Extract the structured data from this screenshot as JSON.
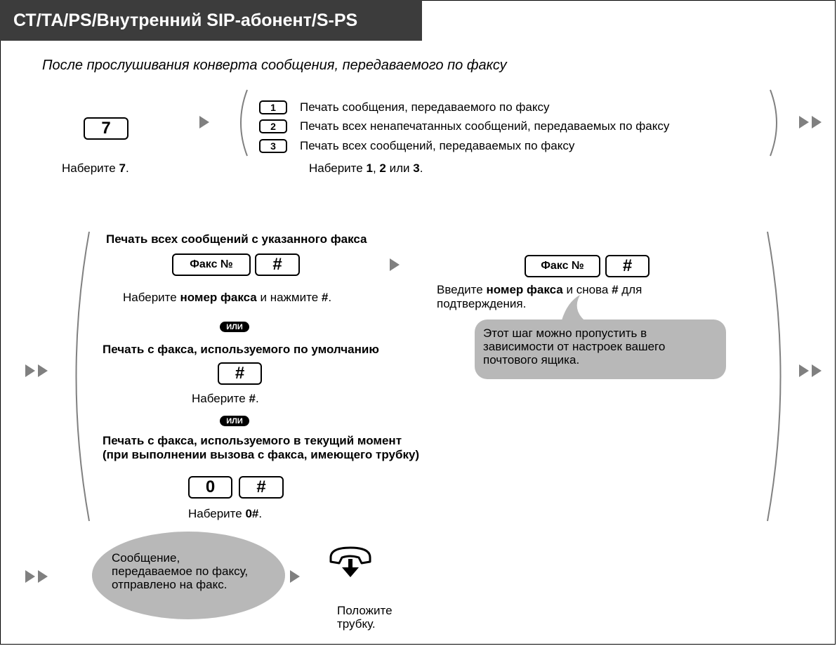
{
  "title": "СТ/ТА/PS/Внутренний SIP-абонент/S-PS",
  "intro": "После прослушивания конверта сообщения, передаваемого по факсу",
  "step1": {
    "key": "7",
    "caption_prefix": "Наберите ",
    "caption_key": "7",
    "caption_suffix": "."
  },
  "options": [
    {
      "key": "1",
      "label": "Печать сообщения, передаваемого по факсу"
    },
    {
      "key": "2",
      "label": "Печать всех ненапечатанных сообщений, передаваемых по факсу"
    },
    {
      "key": "3",
      "label": "Печать всех сообщений, передаваемых по факсу"
    }
  ],
  "options_caption": {
    "prefix": "Наберите ",
    "k1": "1",
    "sep1": ", ",
    "k2": "2",
    "sep2": " или ",
    "k3": "3",
    "suffix": "."
  },
  "block_a": {
    "heading": "Печать всех сообщений с указанного факса",
    "fax_key": "Факс №",
    "hash_key": "#",
    "caption_prefix": "Наберите ",
    "caption_bold": "номер факса",
    "caption_mid": " и нажмите ",
    "caption_key": "#",
    "caption_suffix": ".",
    "confirm_fax_key": "Факс №",
    "confirm_hash_key": "#",
    "confirm_prefix": "Введите ",
    "confirm_bold": "номер факса",
    "confirm_mid": " и снова ",
    "confirm_key": "#",
    "confirm_suffix": " для",
    "confirm_line2": "подтверждения.",
    "bubble_line1": "Этот шаг можно пропустить в",
    "bubble_line2": "зависимости от настроек вашего",
    "bubble_line3": "почтового ящика."
  },
  "or_label": "ИЛИ",
  "block_b": {
    "heading": "Печать с факса, используемого по умолчанию",
    "hash_key": "#",
    "caption_prefix": "Наберите ",
    "caption_key": "#",
    "caption_suffix": "."
  },
  "block_c": {
    "heading_line1": "Печать с факса, используемого в текущий момент",
    "heading_line2": "(при выполнении вызова с факса, имеющего трубку)",
    "zero_key": "0",
    "hash_key": "#",
    "caption_prefix": "Наберите ",
    "caption_key": "0#",
    "caption_suffix": "."
  },
  "result": {
    "line1": "Сообщение,",
    "line2": "передаваемое по факсу,",
    "line3": "отправлено на факс."
  },
  "hangup": {
    "icon": "handset-down-icon",
    "line1": "Положите",
    "line2": "трубку."
  },
  "colors": {
    "title_bg": "#3c3c3c",
    "arrow": "#808080",
    "bubble": "#b8b8b8"
  }
}
